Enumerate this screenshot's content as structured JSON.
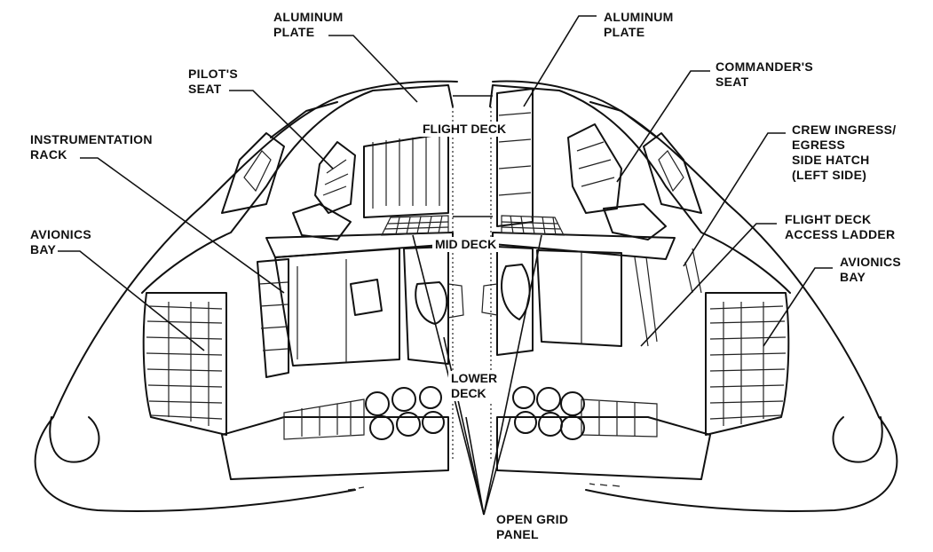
{
  "labels": {
    "aluminum_plate_left": "ALUMINUM\nPLATE",
    "aluminum_plate_right": "ALUMINUM\nPLATE",
    "pilots_seat": "PILOT'S\nSEAT",
    "commanders_seat": "COMMANDER'S\nSEAT",
    "instrumentation_rack": "INSTRUMENTATION\nRACK",
    "crew_hatch": "CREW INGRESS/\nEGRESS\nSIDE HATCH\n(LEFT SIDE)",
    "avionics_bay_left": "AVIONICS\nBAY",
    "avionics_bay_right": "AVIONICS\nBAY",
    "flight_deck_access_ladder": "FLIGHT DECK\nACCESS LADDER",
    "flight_deck": "FLIGHT DECK",
    "mid_deck": "MID DECK",
    "lower_deck": "LOWER\nDECK",
    "open_grid_panel": "OPEN GRID\nPANEL"
  }
}
